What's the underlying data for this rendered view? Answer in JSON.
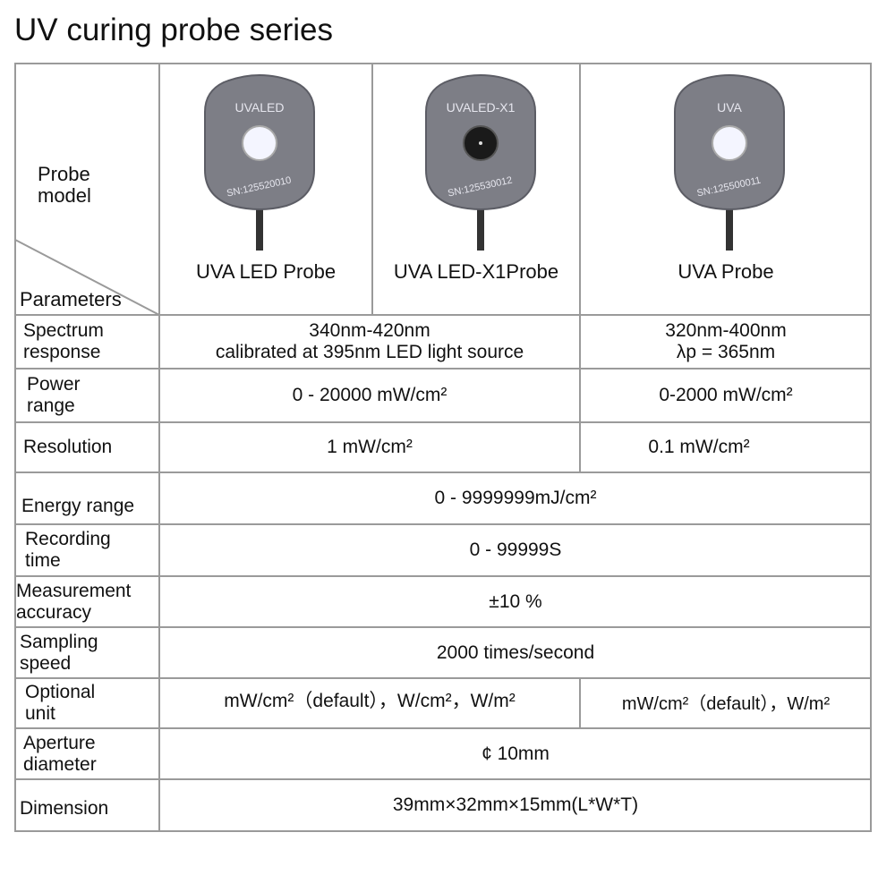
{
  "title": "UV curing probe series",
  "header": {
    "probe_model_label": "Probe\nmodel",
    "parameters_label": "Parameters"
  },
  "probes": [
    {
      "body_text": "UVALED",
      "serial": "SN:125520010",
      "name": "UVA LED Probe",
      "window": "white"
    },
    {
      "body_text": "UVALED-X1",
      "serial": "SN:125530012",
      "name": "UVA LED-X1Probe",
      "window": "black"
    },
    {
      "body_text": "UVA",
      "serial": "SN:125500011",
      "name": "UVA Probe",
      "window": "white"
    }
  ],
  "rows": {
    "spectrum": {
      "label": "Spectrum\nresponse",
      "led_line1": "340nm-420nm",
      "led_line2": "calibrated at 395nm LED light source",
      "uva_line1": "320nm-400nm",
      "uva_line2": "λp = 365nm"
    },
    "power": {
      "label": "Power\nrange",
      "led": "0 - 20000 mW/cm²",
      "uva": "0-2000 mW/cm²"
    },
    "resolution": {
      "label": "Resolution",
      "led": "1 mW/cm²",
      "uva": "0.1 mW/cm²"
    },
    "energy": {
      "label": "Energy range",
      "value": "0 - 9999999mJ/cm²"
    },
    "recording": {
      "label": "Recording\ntime",
      "value": "0 - 99999S"
    },
    "accuracy": {
      "label": "Measurement\naccuracy",
      "value": "±10 %"
    },
    "sampling": {
      "label": "Sampling\nspeed",
      "value": "2000 times/second"
    },
    "unit": {
      "label": "Optional\nunit",
      "led": "mW/cm²（default），W/cm²，W/m²",
      "uva": "mW/cm²（default），W/m²"
    },
    "aperture": {
      "label": "Aperture\ndiameter",
      "value": "¢ 10mm"
    },
    "dimension": {
      "label": "Dimension",
      "value": "39mm×32mm×15mm(L*W*T)"
    }
  },
  "colors": {
    "border": "#9a9a9a",
    "probe_body": "#7d7e86",
    "text": "#111111"
  }
}
